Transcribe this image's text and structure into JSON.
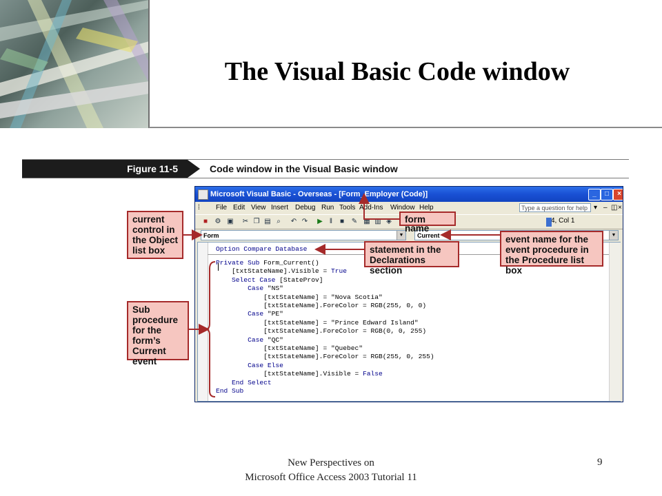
{
  "slide": {
    "title": "The Visual Basic Code window",
    "footer_line1": "New Perspectives on",
    "footer_line2": "Microsoft Office Access 2003 Tutorial 11",
    "page_number": "9"
  },
  "figure": {
    "label": "Figure 11-5",
    "caption": "Code window in the Visual Basic window"
  },
  "vb": {
    "window_title": "Microsoft Visual Basic - Overseas - [Form_Employer (Code)]",
    "menu": [
      "File",
      "Edit",
      "View",
      "Insert",
      "Debug",
      "Run",
      "Tools",
      "Add-Ins",
      "Window",
      "Help"
    ],
    "ask_placeholder": "Type a question for help",
    "status_text": "4, Col 1",
    "object_combo": "Form",
    "procedure_combo": "Current",
    "declarations": "Option Compare Database",
    "code": [
      "Private Sub Form_Current()",
      "    [txtStateName].Visible = True",
      "    Select Case [StateProv]",
      "        Case \"NS\"",
      "            [txtStateName] = \"Nova Scotia\"",
      "            [txtStateName].ForeColor = RGB(255, 0, 0)",
      "        Case \"PE\"",
      "            [txtStateName] = \"Prince Edward Island\"",
      "            [txtStateName].ForeColor = RGB(0, 0, 255)",
      "        Case \"QC\"",
      "            [txtStateName] = \"Quebec\"",
      "            [txtStateName].ForeColor = RGB(255, 0, 255)",
      "        Case Else",
      "            [txtStateName].Visible = False",
      "    End Select",
      "End Sub"
    ]
  },
  "callouts": {
    "current_control": [
      "current",
      "control in",
      "the Object",
      "list box"
    ],
    "form_name": "form name",
    "event_name": [
      "event name for the",
      "event procedure in",
      "the Procedure list box"
    ],
    "declarations": [
      "statement in the",
      "Declarations section"
    ],
    "sub_procedure": [
      "Sub",
      "procedure",
      "for the form’s",
      "Current",
      "event"
    ]
  },
  "colors": {
    "callout_fill": "#f6c6c0",
    "callout_border": "#a52a2a",
    "titlebar": "#1950d4",
    "keyword": "#00008b"
  }
}
